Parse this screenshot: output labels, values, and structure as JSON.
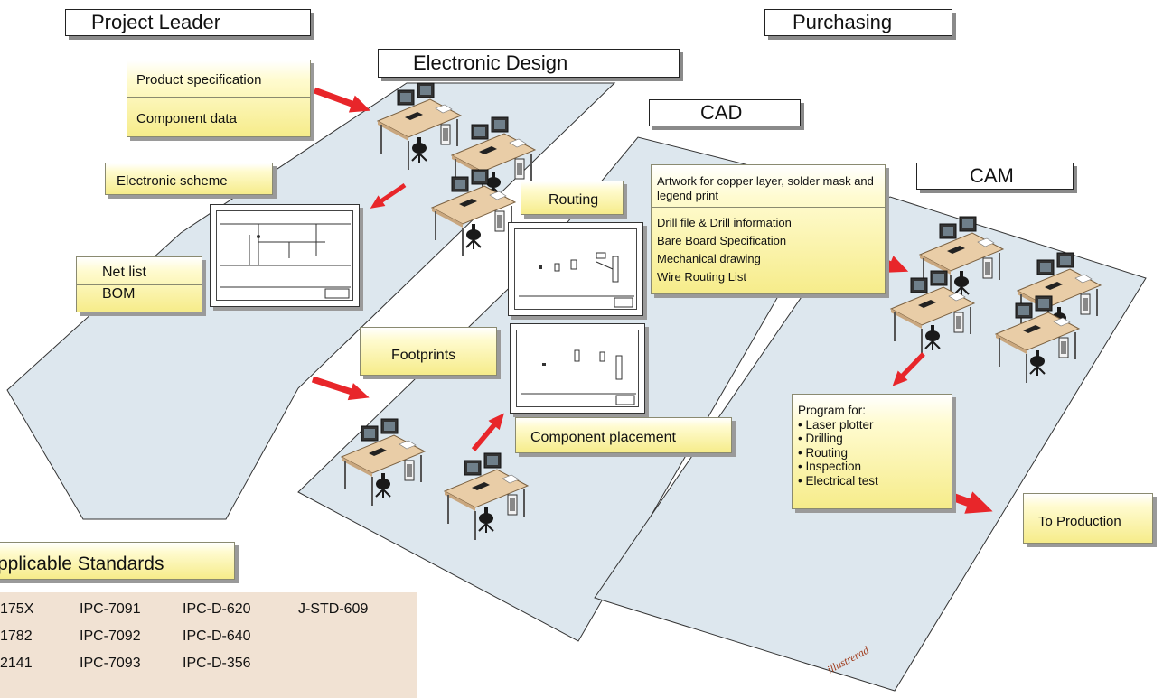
{
  "roles": {
    "project_leader": "Project Leader",
    "purchasing": "Purchasing",
    "electronic_design": "Electronic Design",
    "cad": "CAD",
    "cam": "CAM"
  },
  "notes": {
    "product_specification": "Product specification",
    "component_data": "Component data",
    "electronic_scheme": "Electronic scheme",
    "net_list": "Net list",
    "bom": "BOM",
    "routing": "Routing",
    "footprints": "Footprints",
    "component_placement": "Component placement",
    "artwork": "Artwork for copper layer, solder mask and legend print",
    "drill_file": "Drill file & Drill information",
    "bare_board": "Bare Board Specification",
    "mechanical_drawing": "Mechanical drawing",
    "wire_routing": "Wire Routing List",
    "program_title": "Program for:",
    "program_items": [
      "• Laser plotter",
      "• Drilling",
      "• Routing",
      "• Inspection",
      "• Electrical test"
    ],
    "to_production": "To Production"
  },
  "standards": {
    "title": "pplicable Standards",
    "rows": [
      [
        "175X",
        "IPC-7091",
        "IPC-D-620",
        "J-STD-609"
      ],
      [
        "1782",
        "IPC-7092",
        "IPC-D-640",
        ""
      ],
      [
        "2141",
        "IPC-7093",
        "IPC-D-356",
        ""
      ]
    ]
  },
  "colors": {
    "floor": "#dde7ee",
    "arrow": "#e8262a",
    "note_yellow": "#f6ec8a",
    "standards_bg": "#f1e2d3",
    "desk": "#e9cda7"
  },
  "logo_text": "illustrerad"
}
